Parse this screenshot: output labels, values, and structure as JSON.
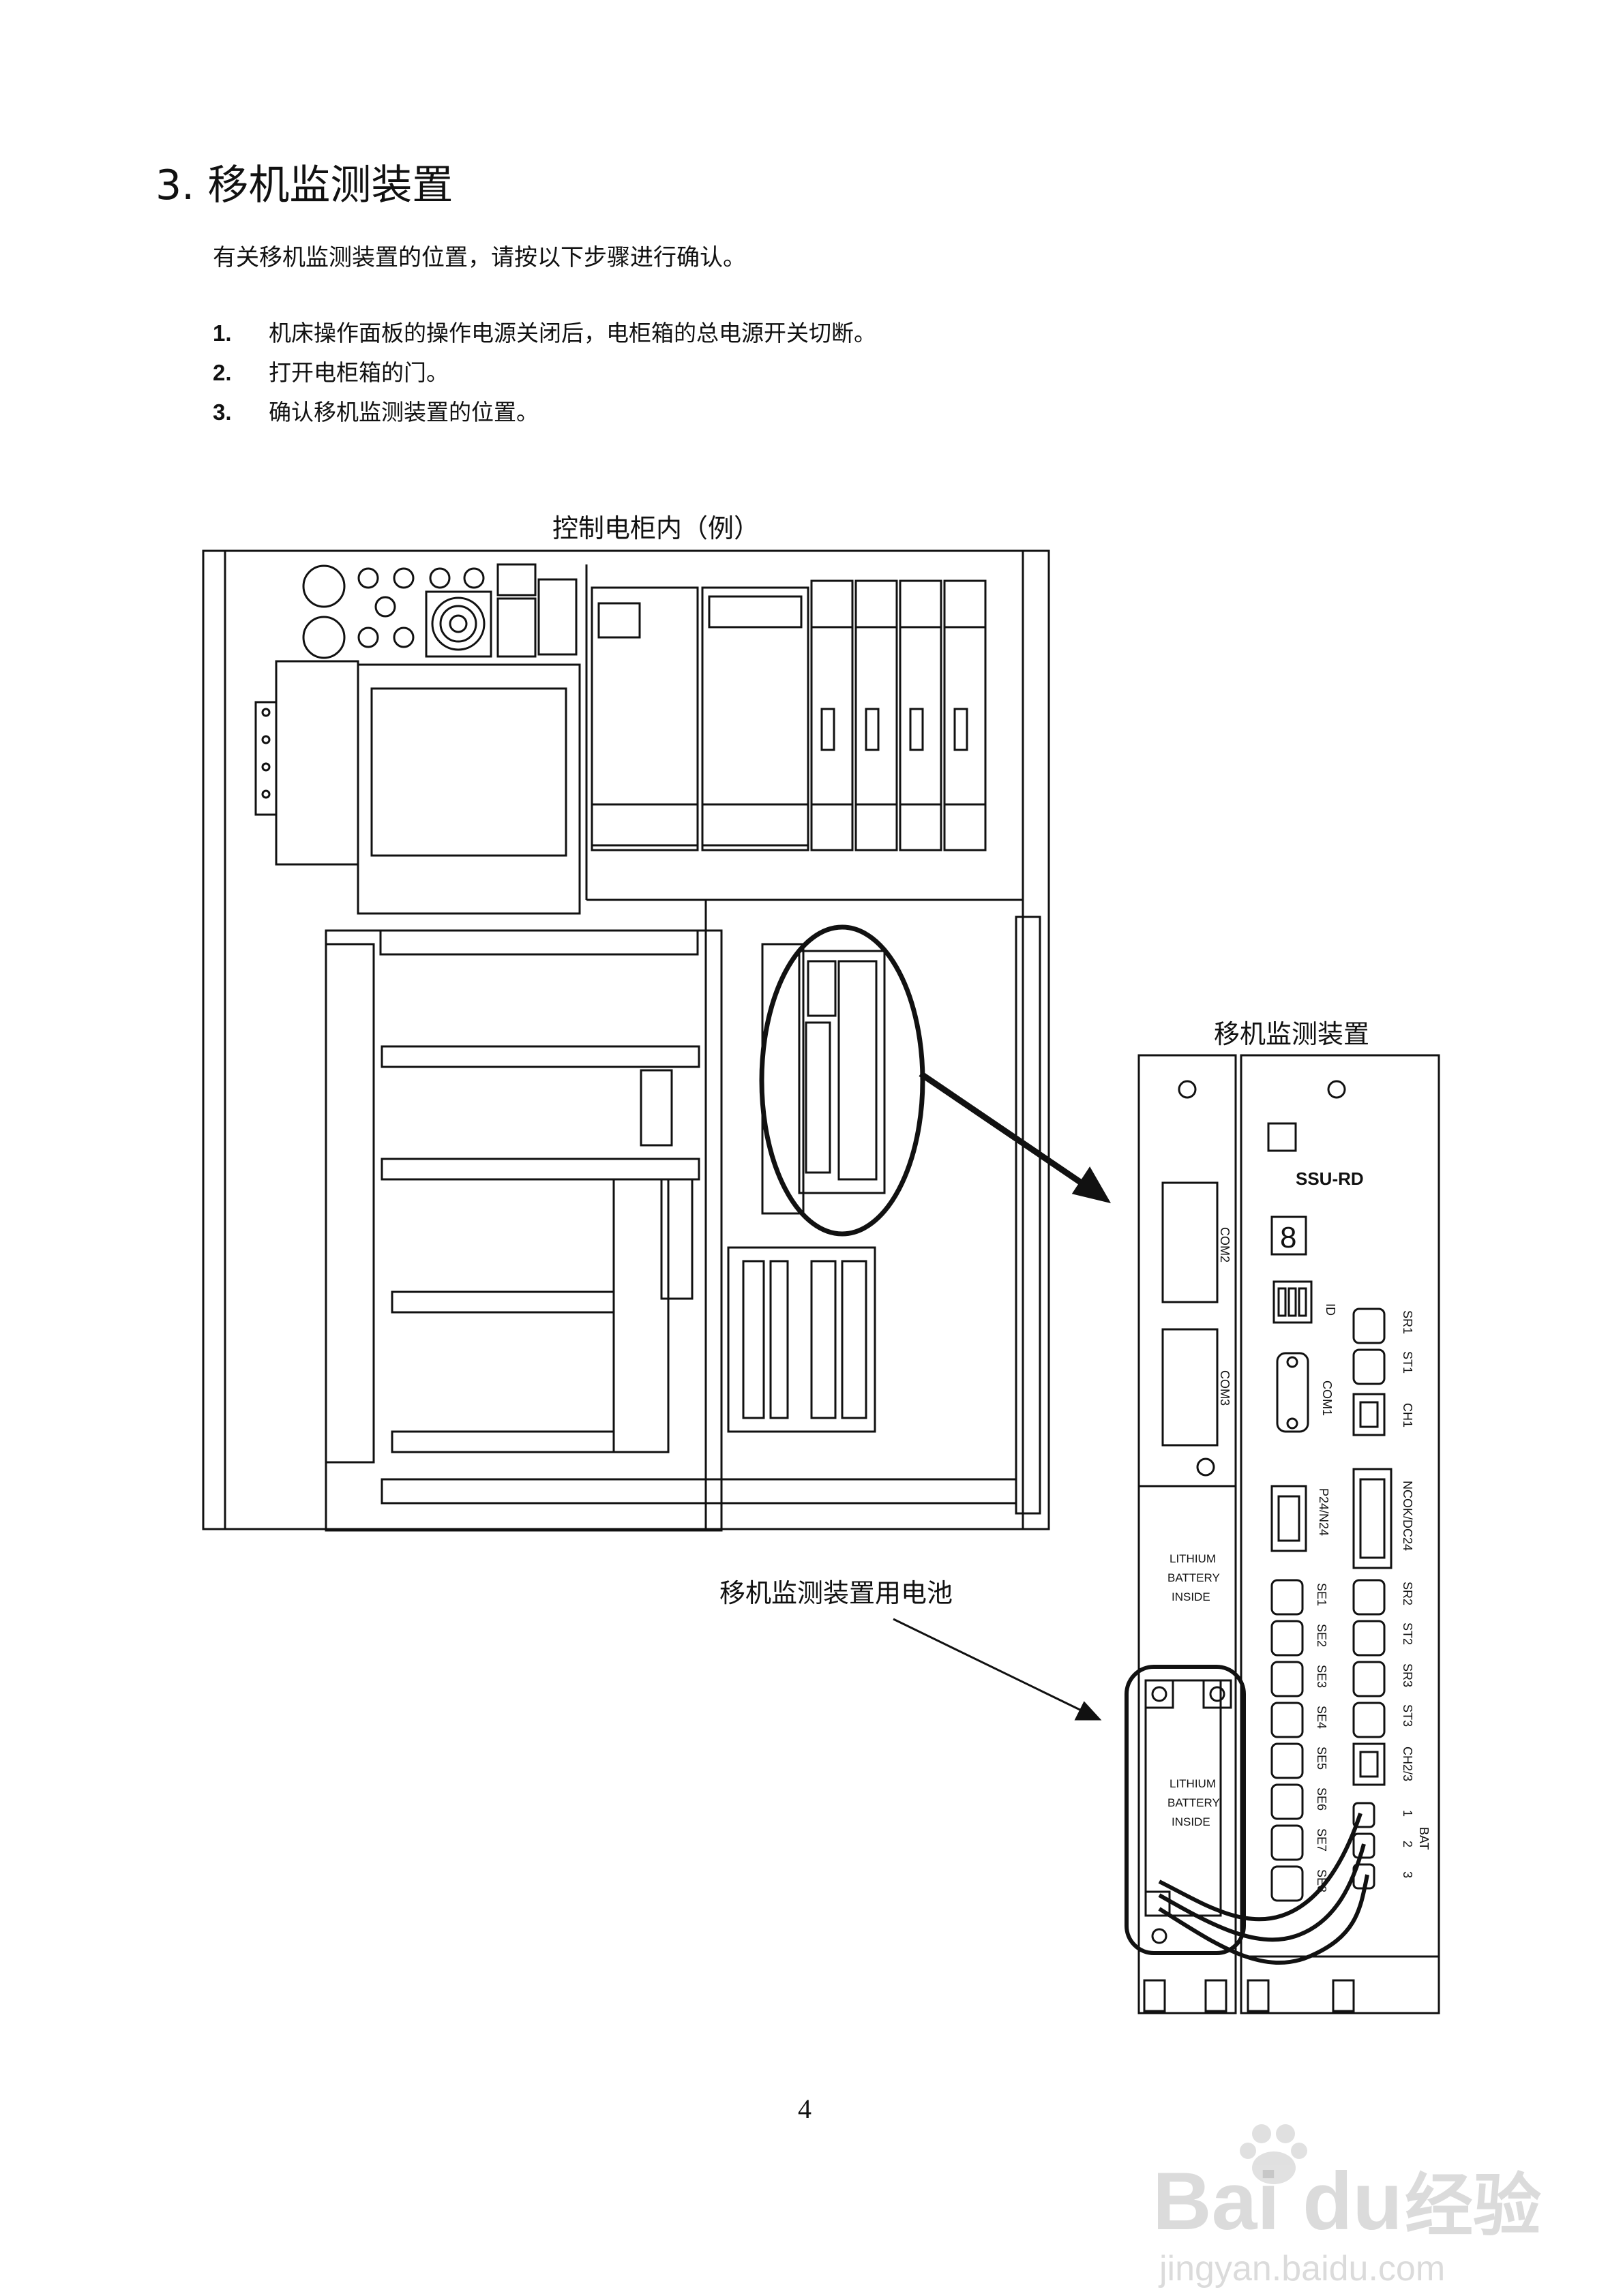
{
  "section": {
    "number": "3.",
    "title": "移机监测装置"
  },
  "intro": "有关移机监测装置的位置，请按以下步骤进行确认。",
  "steps": [
    {
      "num": "1.",
      "text": "机床操作面板的操作电源关闭后，电柜箱的总电源开关切断。"
    },
    {
      "num": "2.",
      "text": "打开电柜箱的门。"
    },
    {
      "num": "3.",
      "text": "确认移机监测装置的位置。"
    }
  ],
  "figure": {
    "cabinet_caption": "控制电柜内（例）",
    "device_caption": "移机监测装置",
    "battery_caption": "移机监测装置用电池",
    "device_model": "SSU-RD",
    "id_display": "8",
    "labels": {
      "com2": "COM2",
      "com3": "COM3",
      "com1": "COM1",
      "id": "ID",
      "p24n24": "P24/N24",
      "ncok": "NCOK/DC24",
      "sr1": "SR1",
      "st1": "ST1",
      "ch1": "CH1",
      "sr2": "SR2",
      "st2": "ST2",
      "sr3": "SR3",
      "st3": "ST3",
      "ch23": "CH2/3",
      "se1": "SE1",
      "se2": "SE2",
      "se3": "SE3",
      "se4": "SE4",
      "se5": "SE5",
      "se6": "SE6",
      "se7": "SE7",
      "se8": "SE8",
      "bat": "BAT",
      "bat1": "1",
      "bat2": "2",
      "bat3": "3",
      "battery_upper": [
        "LITHIUM",
        "BATTERY",
        "INSIDE"
      ],
      "battery_lower": [
        "LITHIUM",
        "BATTERY",
        "INSIDE"
      ]
    }
  },
  "page_number": "4",
  "watermark": {
    "brand": "Bai du",
    "brand_cn": "经验",
    "url": "jingyan.baidu.com"
  }
}
